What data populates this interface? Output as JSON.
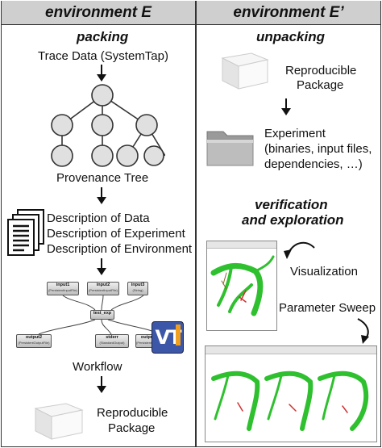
{
  "left": {
    "header": "environment E",
    "subtitle": "packing",
    "trace": "Trace Data (SystemTap)",
    "tree_label": "Provenance Tree",
    "descriptions": [
      "Description of Data",
      "Description of Experiment",
      "Description of Environment"
    ],
    "workflow_label": "Workflow",
    "modules": [
      {
        "title": "input1",
        "sub": "(PersistentInputFile)"
      },
      {
        "title": "input2",
        "sub": "(PersistentInputFile)"
      },
      {
        "title": "input3",
        "sub": "(String)"
      },
      {
        "title": "test_exp",
        "sub": ""
      },
      {
        "title": "output2",
        "sub": "(PersistentOutputFile)"
      },
      {
        "title": "stderr",
        "sub": "(StandardOutput)"
      },
      {
        "title": "output1",
        "sub": "(PersistentOutputFile)"
      }
    ],
    "vt_logo": "VT",
    "package_line1": "Reproducible",
    "package_line2": "Package"
  },
  "right": {
    "header": "environment E’",
    "subtitle": "unpacking",
    "package_line1": "Reproducible",
    "package_line2": "Package",
    "experiment_lines": [
      "Experiment",
      "(binaries, input files,",
      "dependencies, …)"
    ],
    "verify_line1": "verification",
    "verify_line2": "and exploration",
    "visualization": "Visualization",
    "parameter_sweep": "Parameter Sweep"
  },
  "colors": {
    "header_bg": "#cfcfcf",
    "tree_node": "#e0e0e0",
    "vessel_green": "#2ec02e",
    "vt_blue": "#3d57a8",
    "vt_orange": "#f0a020"
  }
}
